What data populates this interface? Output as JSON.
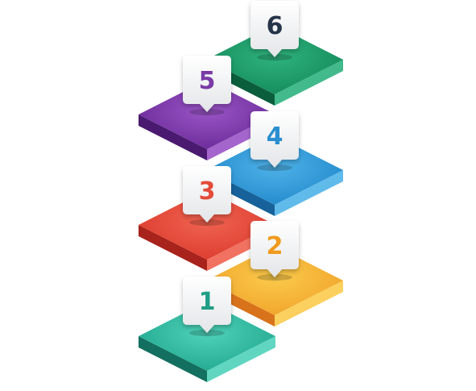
{
  "steps": [
    {
      "number": "1",
      "color": "#22a890",
      "light": "#4fd2b9",
      "dark": "#136f5f",
      "num_color": "#1f9e86"
    },
    {
      "number": "2",
      "color": "#f0a32a",
      "light": "#fbcb4c",
      "dark": "#d8731c",
      "num_color": "#f09a1c"
    },
    {
      "number": "3",
      "color": "#dc3b2e",
      "light": "#f06350",
      "dark": "#a8231c",
      "num_color": "#e34b3a"
    },
    {
      "number": "4",
      "color": "#2189cc",
      "light": "#4fb2e8",
      "dark": "#17629a",
      "num_color": "#2a8fd0"
    },
    {
      "number": "5",
      "color": "#6a2a98",
      "light": "#9a55c6",
      "dark": "#4a1a70",
      "num_color": "#7a3aa6"
    },
    {
      "number": "6",
      "color": "#138a5a",
      "light": "#2fb37e",
      "dark": "#0b5e3c",
      "num_color": "#263548"
    }
  ]
}
